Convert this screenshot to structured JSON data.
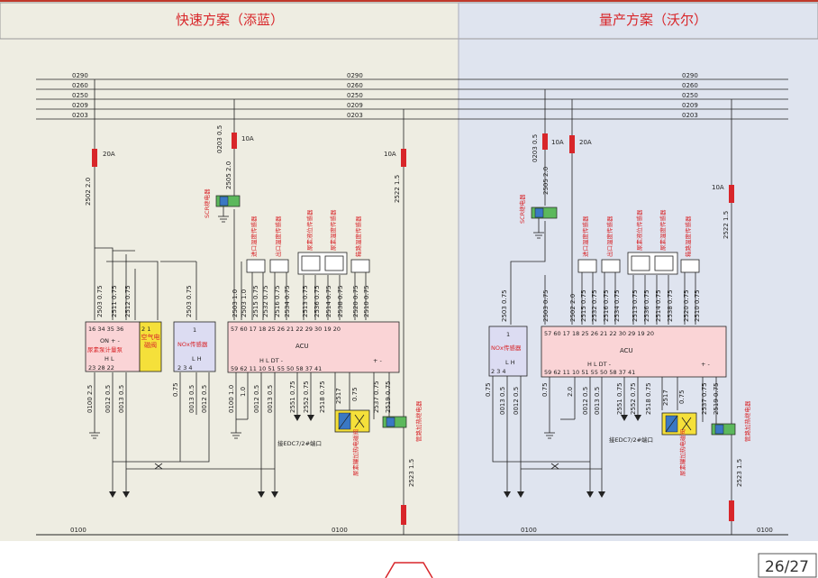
{
  "headers": {
    "left": "快速方案（添蓝）",
    "right": "量产方案（沃尔）"
  },
  "page_number": "26/27",
  "colors": {
    "left_bg": "#eeede2",
    "right_bg": "#dfe4ef",
    "accent": "#d8262a",
    "ecu_fill": "#fad4d6",
    "nox_fill": "#dcdcf2",
    "relay_fill": "#5cb85c",
    "valve_fill": "#f5e03a"
  },
  "bus_lines": [
    "0290",
    "0260",
    "0250",
    "0209",
    "0203"
  ],
  "ground_line": "0100",
  "left": {
    "fuse_20a": "20A",
    "fuse_10a_top": "10A",
    "fuse_10a_right": "10A",
    "w_fuse20": "2502 2.0",
    "w_scr_feed": "0203 0.5",
    "w_scr_out": "2505 2.0",
    "w_right_feed": "2522 1.5",
    "scr_relay": "SCR继电器",
    "sensors": [
      "进口温度传感器",
      "出口温度传感器",
      "尿素液位传感器",
      "尿素温度传感器",
      "箱路温度传感器"
    ],
    "acu_label": "ACU",
    "acu_top_pins": "57 60  17 18   25 26    21 22  29 30    19 20",
    "acu_bottom_pins": "59 62   11  10    51  55      50  58          37  41",
    "acu_hl": "H    L     DT    -",
    "acu_plus_minus": "+  -",
    "acu_wires_top": [
      "2503 1.0",
      "2503 1.0",
      "2515 0.75",
      "2532 0.75",
      "2516 0.75",
      "2534 0.75",
      "2513 0.75",
      "2536 0.75",
      "2514 0.75",
      "2538 0.75",
      "2520 0.75",
      "2510 0.75"
    ],
    "pump_pins_top": "16  34  35 36",
    "pump_on": "ON   +   -",
    "pump_label": "尿素泵计量泵",
    "pump_hl": "H    L",
    "pump_pins_bottom": "23   28   22",
    "air_valve_pins_top": "2    1",
    "air_valve_label": "空气电磁阀",
    "pump_wires": [
      "2503 0.75",
      "2511 0.75",
      "2512 0.75"
    ],
    "nox_top_pin": "1",
    "nox_label": "NOx传感器",
    "nox_hl": "L   H",
    "nox_pins_bottom": "2   3   4",
    "nox_wire_top": "2503 0.75",
    "bottom_wires": [
      "0100 2.5",
      "0012 0.5",
      "0013 0.5",
      "0.75",
      "0013 0.5",
      "0012 0.5",
      "0100 1.0",
      "1.0",
      "0012 0.5",
      "0013 0.5",
      "2551 0.75",
      "2552 0.75",
      "2518 0.75",
      "2517",
      "0.75",
      "2537 0.75",
      "2519 0.75",
      "2523 1.5"
    ],
    "edc_port": "接EDC7/2#端口",
    "urea_valve": "尿素罐加热电磁阀",
    "pipe_relay": "管路加热继电器",
    "ground_label": "0100"
  },
  "right": {
    "fuse_10a_a": "10A",
    "fuse_20a": "20A",
    "fuse_10a_right": "10A",
    "w_scr_feed": "0203 0.5",
    "w_scr_out": "2505 2.0",
    "w_right_feed": "2522 1.5",
    "scr_relay": "SCR继电器",
    "sensors": [
      "进口温度传感器",
      "出口温度传感器",
      "尿素液位传感器",
      "尿素温度传感器",
      "箱路温度传感器"
    ],
    "acu_label": "ACU",
    "acu_top_pins": "57    60  17 18   25 26    21 22  30 29    19 20",
    "acu_bottom_pins": "59    62   11  10    51  55      50  58          37  41",
    "acu_hl": "H    L     DT    -",
    "acu_plus_minus": "+  -",
    "acu_wires_top": [
      "2503 0.75",
      "2502 2.0",
      "2515 0.75",
      "2532 0.75",
      "2516 0.75",
      "2534 0.75",
      "2513 0.75",
      "2536 0.75",
      "2514 0.75",
      "2538 0.75",
      "2520 0.75",
      "2510 0.75"
    ],
    "nox_top_pin": "1",
    "nox_label": "NOx传感器",
    "nox_hl": "L   H",
    "nox_pins_bottom": "2   3   4",
    "nox_wire_top": "2503 0.75",
    "bottom_wires": [
      "0.75",
      "0013 0.5",
      "0012 0.5",
      "0.75",
      "2.0",
      "0012 0.5",
      "0013 0.5",
      "2551 0.75",
      "2552 0.75",
      "2518 0.75",
      "2517",
      "0.75",
      "2537 0.75",
      "2519 0.75",
      "2523 1.5"
    ],
    "edc_port": "接EDC7/2#端口",
    "urea_valve": "尿素罐加热电磁阀",
    "pipe_relay": "管路加热继电器",
    "ground_label": "0100"
  }
}
